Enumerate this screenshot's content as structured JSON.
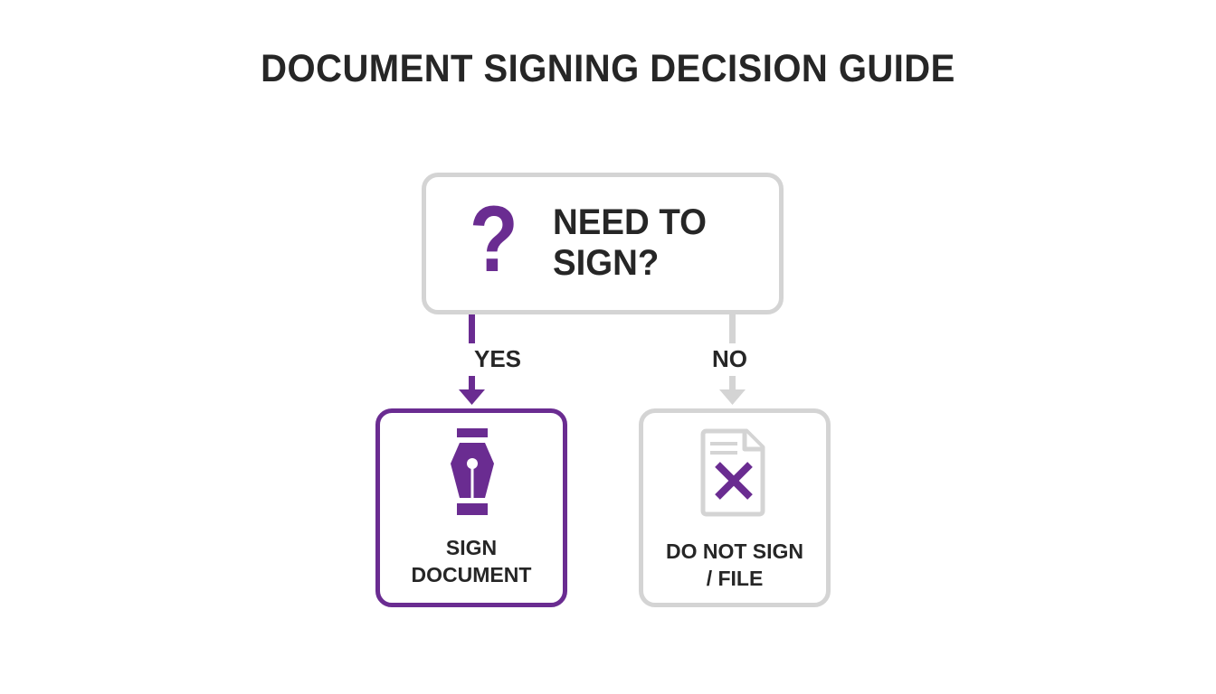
{
  "title": "DOCUMENT SIGNING DECISION GUIDE",
  "colors": {
    "accent": "#6a2c91",
    "neutral_border": "#d4d4d4",
    "text": "#262626",
    "background": "#ffffff"
  },
  "decision": {
    "icon": "question-mark-icon",
    "question_line1": "NEED TO",
    "question_line2": "SIGN?"
  },
  "branches": {
    "yes": {
      "label": "YES",
      "icon": "fountain-pen-nib-icon",
      "outcome_line1": "SIGN",
      "outcome_line2": "DOCUMENT"
    },
    "no": {
      "label": "NO",
      "icon": "document-x-icon",
      "outcome_line1": "DO NOT SIGN",
      "outcome_line2": "/ FILE"
    }
  }
}
